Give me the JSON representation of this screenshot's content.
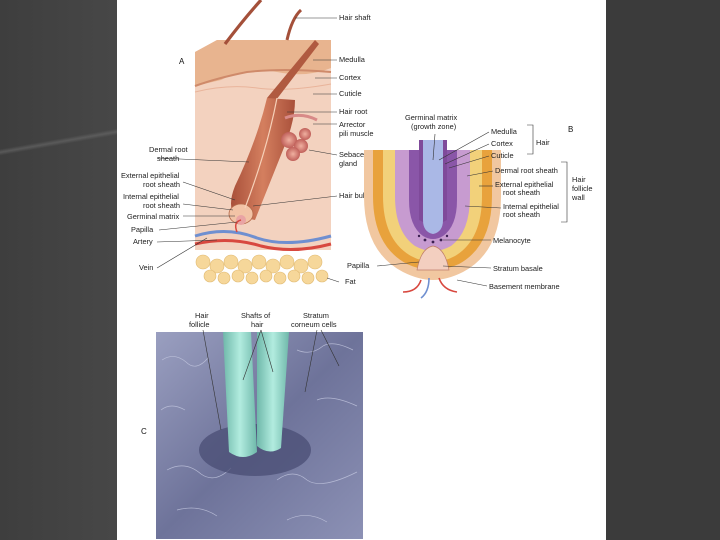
{
  "figure": {
    "panel_a": {
      "letter": "A",
      "labels": {
        "hair_shaft": "Hair shaft",
        "medulla": "Medulla",
        "cortex": "Cortex",
        "cuticle": "Cuticle",
        "hair_root": "Hair root",
        "arrector_1": "Arrector",
        "arrector_2": "pili muscle",
        "dermal_1": "Dermal root",
        "dermal_2": "sheath",
        "sebaceous_1": "Sebaceous",
        "sebaceous_2": "gland",
        "ext_1": "External epithelial",
        "ext_2": "root sheath",
        "int_1": "Internal epithelial",
        "int_2": "root sheath",
        "hair_bulb": "Hair bulb",
        "germinal_matrix": "Germinal matrix",
        "papilla": "Papilla",
        "artery": "Artery",
        "vein": "Vein",
        "fat": "Fat"
      }
    },
    "panel_b": {
      "letter": "B",
      "labels": {
        "germ_1": "Germinal matrix",
        "germ_2": "(growth zone)",
        "medulla": "Medulla",
        "cortex": "Cortex",
        "cuticle": "Cuticle",
        "hair": "Hair",
        "dermal": "Dermal root sheath",
        "ext_1": "External epithelial",
        "ext_2": "root sheath",
        "int_1": "Internal epithelial",
        "int_2": "root sheath",
        "wall_1": "Hair",
        "wall_2": "follicle",
        "wall_3": "wall",
        "melanocyte": "Melanocyte",
        "papilla": "Papilla",
        "stratum_basale": "Stratum basale",
        "basement": "Basement membrane"
      }
    },
    "panel_c": {
      "letter": "C",
      "labels": {
        "follicle_1": "Hair",
        "follicle_2": "follicle",
        "shafts_1": "Shafts of",
        "shafts_2": "hair",
        "stratum_1": "Stratum",
        "stratum_2": "corneum cells"
      }
    }
  },
  "colors": {
    "skin": "#e8b48f",
    "dermis": "#f3d2bf",
    "follicle": "#c4664a",
    "fat": "#f6d79a",
    "artery": "#d8483f",
    "vein": "#6f8fd0",
    "sem_bg": "#7d82a6",
    "sem_hair": "#8fd2c4"
  }
}
